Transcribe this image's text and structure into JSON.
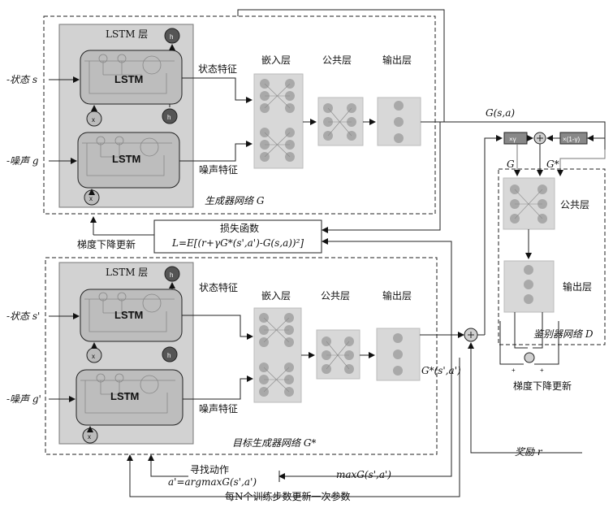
{
  "generator": {
    "lstm_title": "LSTM 层",
    "lstm_cell_label": "LSTM",
    "input_state": "-状态 s",
    "input_noise": "-噪声 g",
    "feature_state": "状态特征",
    "feature_noise": "噪声特征",
    "embed_layer": "嵌入层",
    "common_layer": "公共层",
    "output_layer": "输出层",
    "network_label": "生成器网络 G",
    "node_x1": "x",
    "node_x2": "x",
    "node_h1": "h",
    "node_h2": "h"
  },
  "target": {
    "lstm_title": "LSTM 层",
    "lstm_cell_label": "LSTM",
    "input_state": "-状态 s'",
    "input_noise": "-噪声 g'",
    "feature_state": "状态特征",
    "feature_noise": "噪声特征",
    "embed_layer": "嵌入层",
    "common_layer": "公共层",
    "output_layer": "输出层",
    "network_label": "目标生成器网络 G*",
    "output_symbol": "G*(s',a')",
    "node_x1": "x",
    "node_x2": "x",
    "node_h1": "h",
    "node_h2": "h"
  },
  "loss": {
    "title": "损失函数",
    "formula": "L=E[(r+γG*(s',a')-G(s,a))²]",
    "update_label": "梯度下降更新"
  },
  "discriminator": {
    "common_layer": "公共层",
    "output_layer": "输出层",
    "network_label": "鉴别器网络 D",
    "update_label": "梯度下降更新",
    "input_g": "G",
    "input_gstar": "G*",
    "plus": "+"
  },
  "mix": {
    "gamma_box": "×γ",
    "one_minus_gamma_box": "×(1-γ)",
    "gsa_label": "G(s,a)",
    "plus": "+"
  },
  "bottom": {
    "reward": "奖励 r",
    "find_action": "寻找动作",
    "argmax": "a'=argmaxG(s',a')",
    "max_label": "maxG(s',a')",
    "update_every_n": "每N个训练步数更新一次参数"
  }
}
